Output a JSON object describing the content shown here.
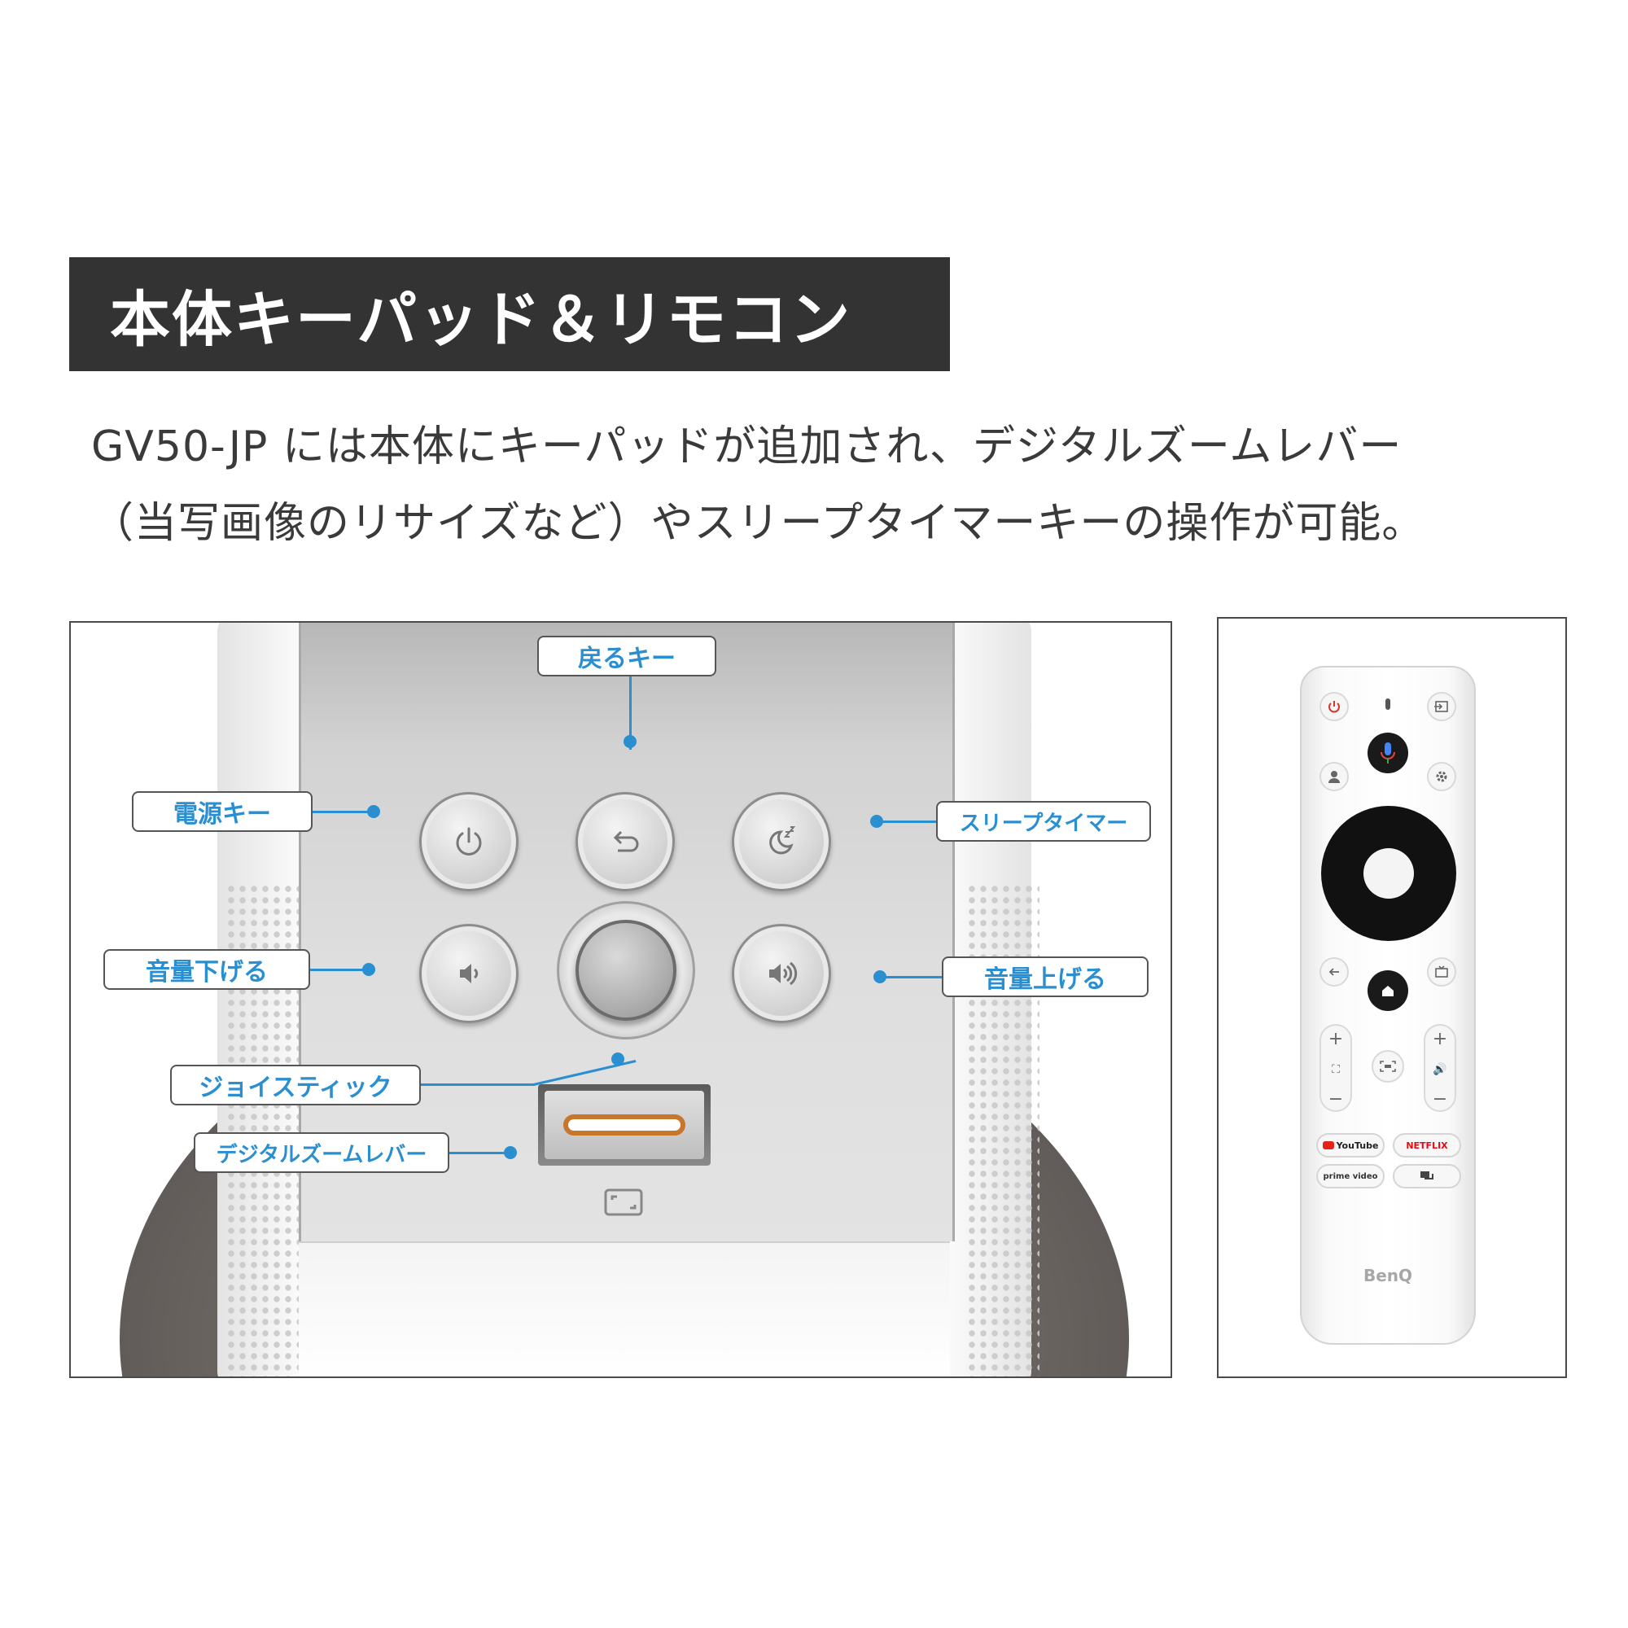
{
  "header": {
    "title": "本体キーパッド＆リモコン",
    "description_line1": "GV50-JP には本体にキーパッドが追加され、デジタルズームレバー",
    "description_line2": "（当写画像のリサイズなど）やスリープタイマーキーの操作が可能。"
  },
  "keypad_callouts": {
    "back": "戻るキー",
    "power": "電源キー",
    "sleep": "スリープタイマー",
    "volume_down": "音量下げる",
    "volume_up": "音量上げる",
    "joystick": "ジョイスティック",
    "zoom_lever": "デジタルズームレバー"
  },
  "remote": {
    "apps": [
      "YouTube",
      "NETFLIX",
      "prime video",
      ""
    ],
    "brand": "BenQ"
  },
  "colors": {
    "accent": "#2a8fd1",
    "banner": "#333333",
    "zoom_led": "#c8762c",
    "power_red": "#d9342b"
  },
  "icons": [
    "power-icon",
    "back-icon",
    "sleep-icon",
    "volume-down-icon",
    "volume-up-icon",
    "zoom-icon",
    "mic-icon",
    "home-icon",
    "settings-icon",
    "input-icon",
    "profile-icon",
    "tv-icon"
  ]
}
